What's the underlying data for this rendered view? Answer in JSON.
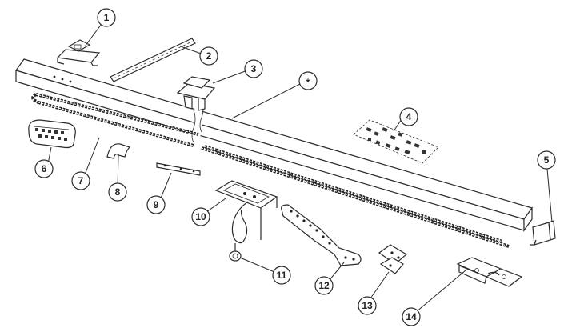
{
  "diagram": {
    "callouts": [
      {
        "id": "c1",
        "label": "1"
      },
      {
        "id": "c2",
        "label": "2"
      },
      {
        "id": "c3",
        "label": "3"
      },
      {
        "id": "c4",
        "label": "4"
      },
      {
        "id": "c5",
        "label": "5"
      },
      {
        "id": "c6",
        "label": "6"
      },
      {
        "id": "c7",
        "label": "7"
      },
      {
        "id": "c8",
        "label": "8"
      },
      {
        "id": "c9",
        "label": "9"
      },
      {
        "id": "c10",
        "label": "10"
      },
      {
        "id": "c11",
        "label": "11"
      },
      {
        "id": "c12",
        "label": "12"
      },
      {
        "id": "c13",
        "label": "13"
      },
      {
        "id": "c14",
        "label": "14"
      },
      {
        "id": "cstar",
        "label": "*"
      }
    ]
  }
}
